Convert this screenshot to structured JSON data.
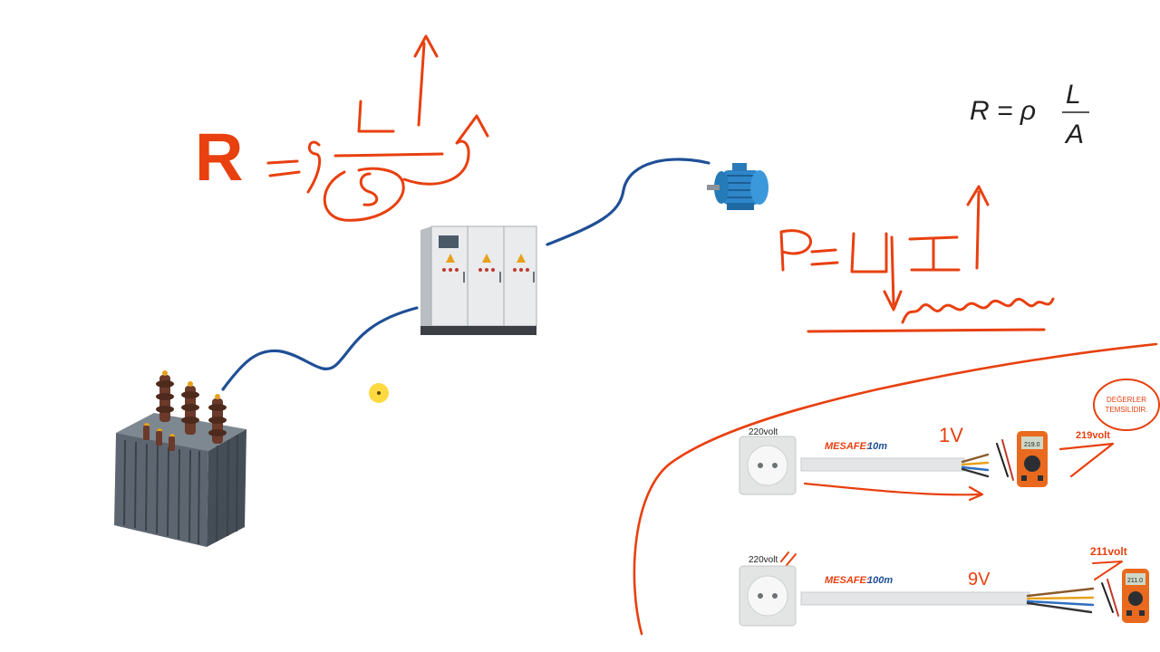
{
  "colors": {
    "ink": "#e8400f",
    "cable": "#1f4f96",
    "label_blue": "#1f4f96",
    "formula_black": "#222222",
    "highlight": "#ffd21f"
  },
  "formula_typed": {
    "lhs": "R = ρ",
    "numerator": "L",
    "denominator": "A"
  },
  "formula_drawn": {
    "lhs": "R"
  },
  "components": {
    "transformer": "transformer-icon",
    "panel": "electrical-panel-icon",
    "motor": "electric-motor-icon"
  },
  "scenario_1": {
    "source_label": "220volt",
    "distance_key": "MESAFE:",
    "distance_value": "10m",
    "drop_note": "1V",
    "meter_reading": "219volt",
    "display_value": "219.0"
  },
  "scenario_2": {
    "source_label": "220volt",
    "distance_key": "MESAFE:",
    "distance_value": "100m",
    "drop_note": "9V",
    "meter_reading": "211volt",
    "display_value": "211.0"
  },
  "note": {
    "line1": "DEĞERLER",
    "line2": "TEMSİLİDİR."
  }
}
